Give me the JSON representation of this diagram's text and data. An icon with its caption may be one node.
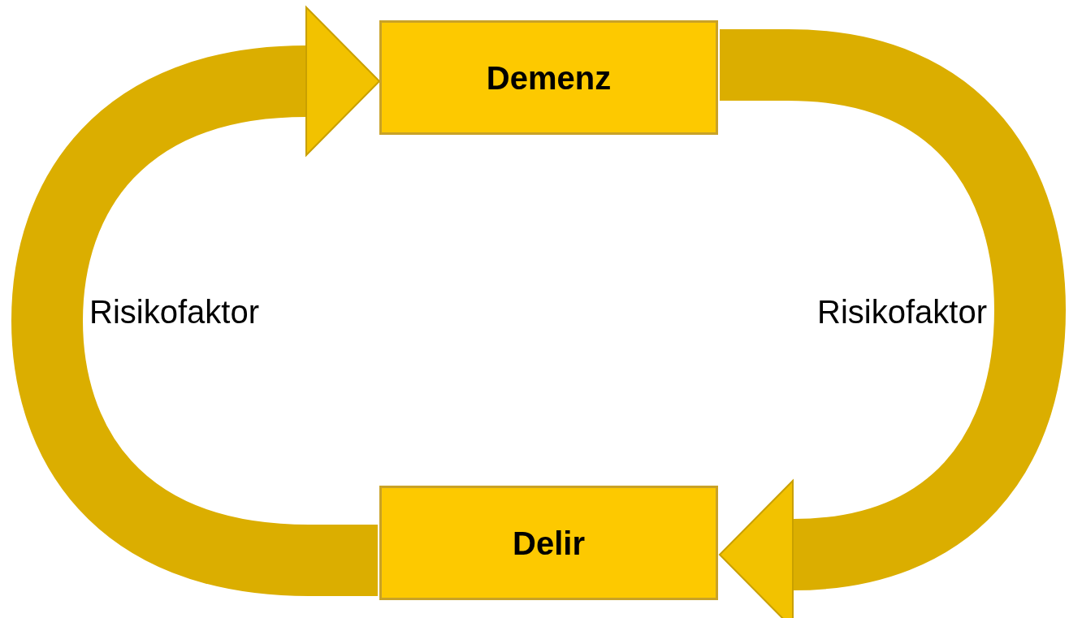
{
  "diagram": {
    "nodes": [
      {
        "text": [
          "Demenz"
        ]
      },
      {
        "text": [
          "Delir"
        ]
      }
    ],
    "edges": [
      {
        "from": 1,
        "to": 0,
        "arrow": "to",
        "label": "Risikofaktor"
      },
      {
        "from": 0,
        "to": 1,
        "arrow": "to",
        "label": "Risikofaktor"
      }
    ]
  }
}
